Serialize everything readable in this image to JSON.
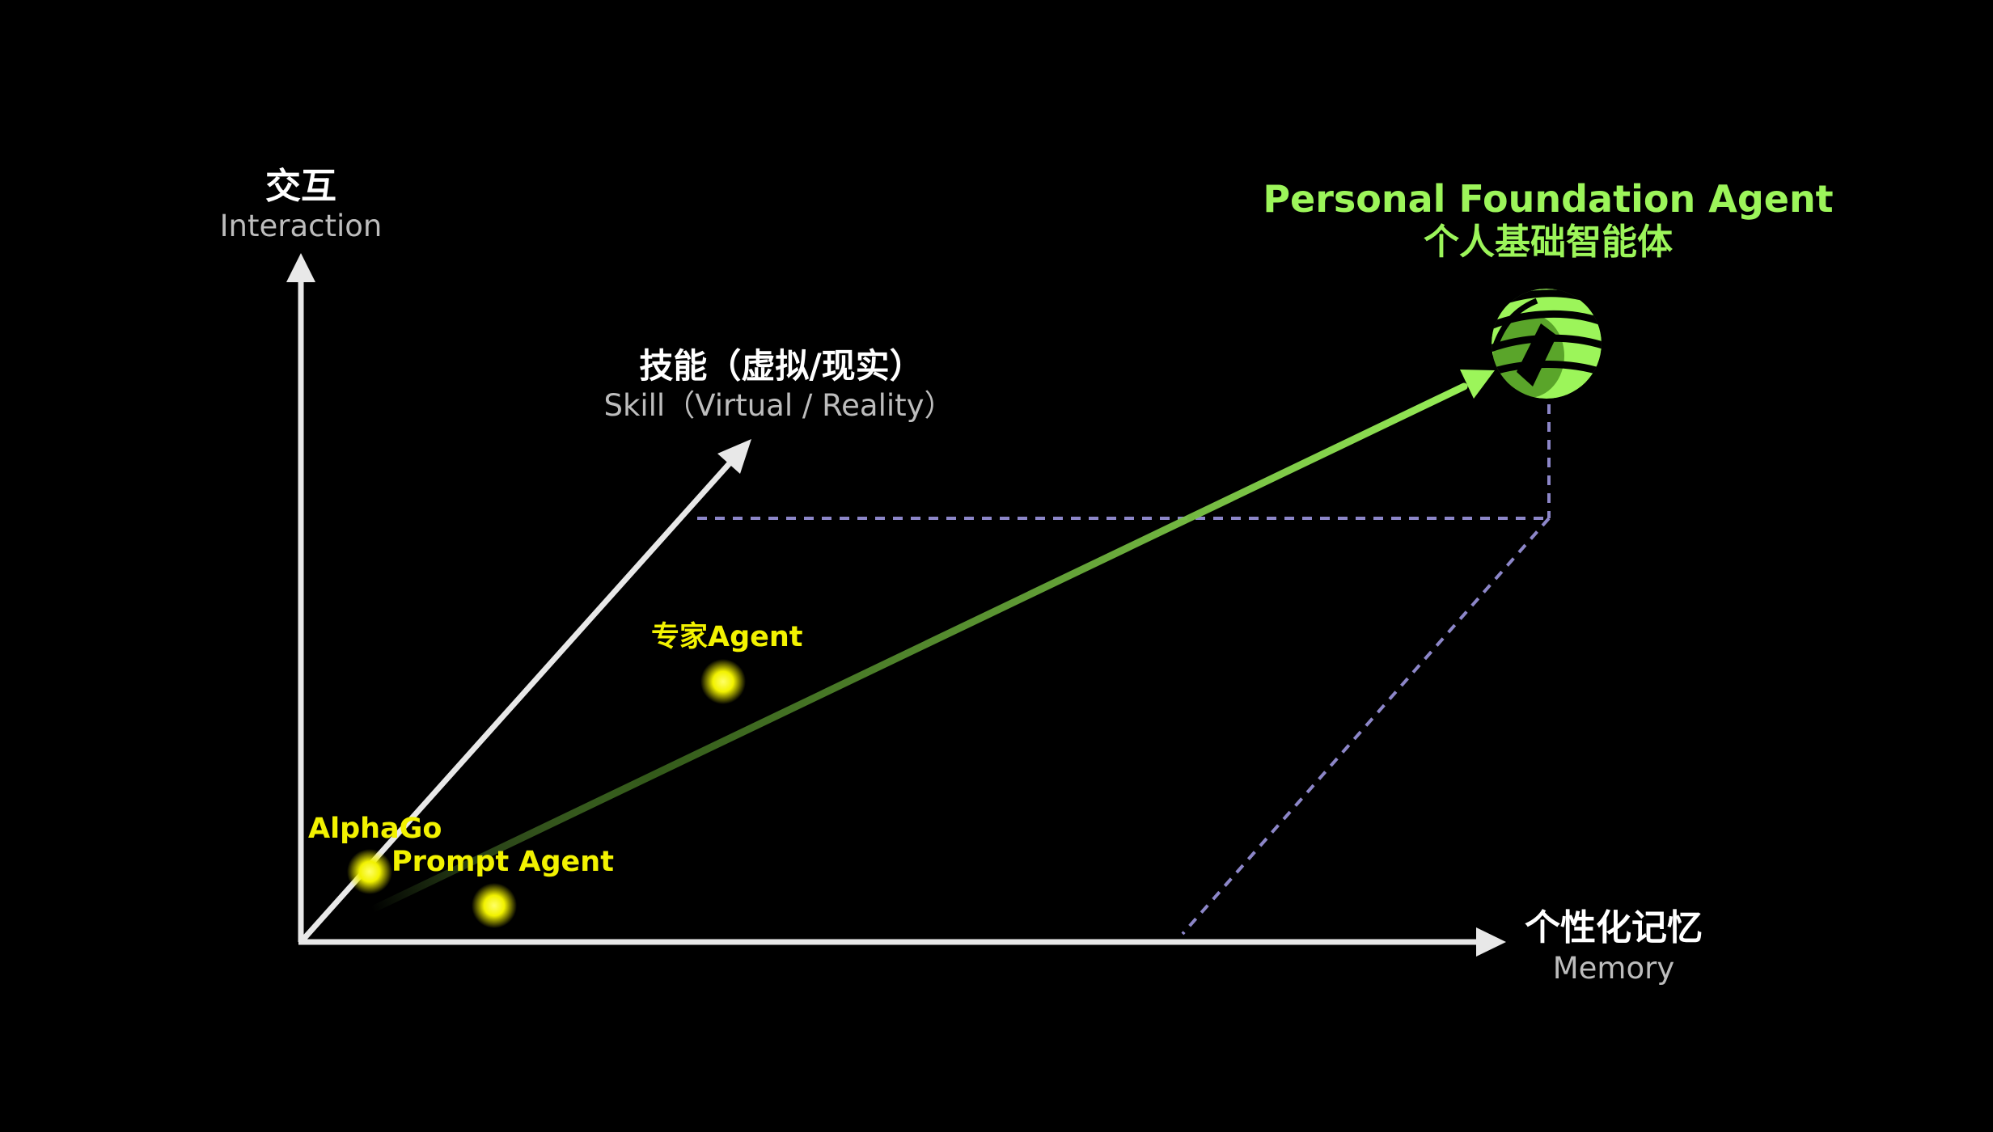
{
  "colors": {
    "background": "#000000",
    "axis": "#e8e8e8",
    "axis_label_primary": "#ffffff",
    "axis_label_secondary": "#bdbdbd",
    "accent_green": "#9cf55a",
    "point_yellow": "#f2f200",
    "dashed_guide": "#8c86c8"
  },
  "axes": {
    "interaction": {
      "title": "交互",
      "subtitle": "Interaction"
    },
    "skill": {
      "title": "技能（虚拟/现实）",
      "subtitle": "Skill（Virtual / Reality）"
    },
    "memory": {
      "title": "个性化记忆",
      "subtitle": "Memory"
    }
  },
  "target": {
    "title": "Personal Foundation Agent",
    "subtitle": "个人基础智能体",
    "icon": "green-sphere-logo-icon"
  },
  "points": [
    {
      "label": "AlphaGo"
    },
    {
      "label": "Prompt Agent"
    },
    {
      "label": "专家Agent"
    }
  ]
}
